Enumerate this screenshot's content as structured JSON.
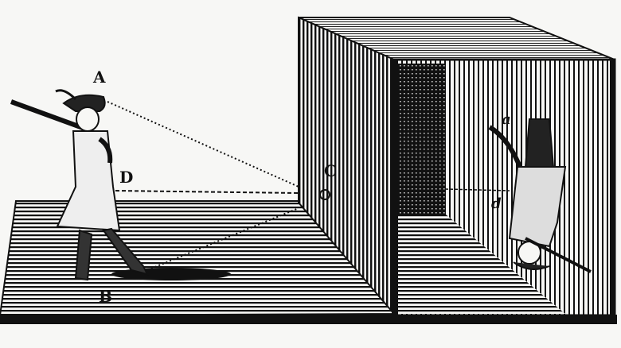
{
  "figure": {
    "labels": {
      "eye": "A",
      "feet": "B",
      "aperture": "C",
      "middle": "D",
      "image_head": "a",
      "image_middle": "d"
    },
    "colors": {
      "ink": "#111111",
      "paper": "#f7f7f5"
    }
  }
}
